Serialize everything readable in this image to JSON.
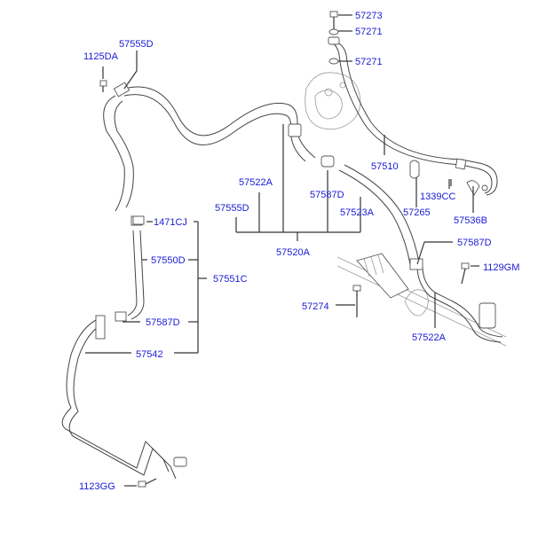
{
  "diagram": {
    "type": "exploded-parts-diagram",
    "subject": "power steering hoses and lines",
    "label_color": "#1a1ad6",
    "line_color": "#333333",
    "labels": {
      "p57273": "57273",
      "p57271a": "57271",
      "p57271b": "57271",
      "p57555D_top": "57555D",
      "p1125DA": "1125DA",
      "p57510": "57510",
      "p57522A_mid": "57522A",
      "p57587D_mid": "57587D",
      "p1339CC": "1339CC",
      "p57555D_mid": "57555D",
      "p57523A": "57523A",
      "p57265": "57265",
      "p57536B": "57536B",
      "p1471CJ": "1471CJ",
      "p57520A": "57520A",
      "p57587D_right": "57587D",
      "p57550D": "57550D",
      "p1129GM": "1129GM",
      "p57551C": "57551C",
      "p57274": "57274",
      "p57587D_left": "57587D",
      "p57522A_bottom": "57522A",
      "p57542": "57542",
      "p1123GG": "1123GG"
    }
  }
}
